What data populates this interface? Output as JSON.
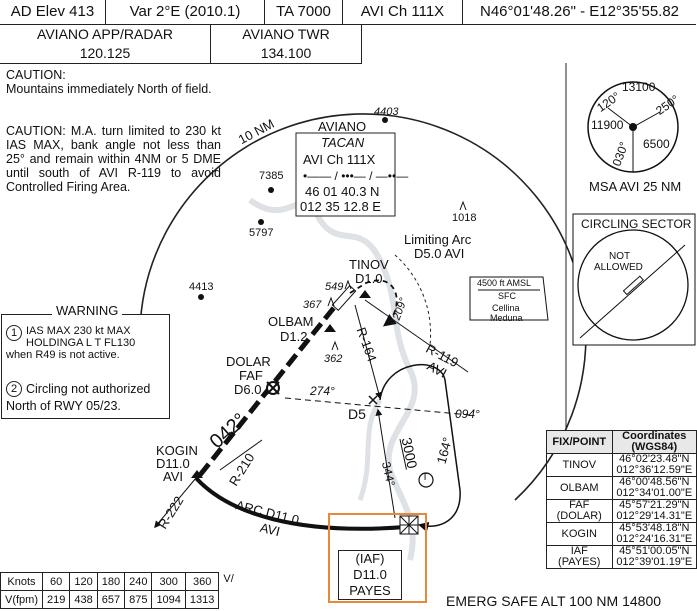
{
  "header": {
    "elev": "AD Elev 413",
    "var": "Var 2°E (2010.1)",
    "ta": "TA 7000",
    "avi": "AVI Ch 111X",
    "coords": "N46°01'48.26\" - E12°35'55.82"
  },
  "frequencies": {
    "app_name": "AVIANO APP/RADAR",
    "app_freq": "120.125",
    "twr_name": "AVIANO TWR",
    "twr_freq": "134.100"
  },
  "cautions": {
    "c1": "CAUTION:",
    "c1_text": "Mountains immediately North of field.",
    "c2": "CAUTION: M.A. turn limited to 230 kt IAS MAX, bank angle not less than 25° and remain within 4NM or 5 DME until south of AVI R-119 to avoid Controlled Firing Area."
  },
  "warning": {
    "title": "WARNING",
    "n1": "1",
    "t1": "IAS MAX 230 kt MAX HOLDINGA L T FL130 when R49 is not active.",
    "n2": "2",
    "t2": "Circling not authorized North of RWY 05/23."
  },
  "msa": {
    "label": "MSA AVI 25 NM",
    "alt_n": "13100",
    "alt_w": "11900",
    "alt_s": "6500",
    "b1": "120°",
    "b2": "250°",
    "b3": "030°"
  },
  "circling": {
    "title": "CIRCLING SECTOR",
    "not": "NOT",
    "allowed": "ALLOWED"
  },
  "navaid": {
    "name": "AVIANO",
    "type": "TACAN",
    "ident": "AVI Ch 111X",
    "morse": "•—— / •••— / —••—",
    "lat": "46 01 40.3 N",
    "lon": "012 35 12.8 E"
  },
  "airspace": {
    "alt": "4500 ft AMSL",
    "sfc": "SFC",
    "name1": "Cellina",
    "name2": "Meduna"
  },
  "fixes": {
    "tinov": "TINOV",
    "tinov_d": "D1.0",
    "olbam": "OLBAM",
    "olbam_d": "D1.2",
    "dolar": "DOLAR",
    "faf": "FAF",
    "dolar_d": "D6.0",
    "kogin": "KOGIN",
    "kogin_d": "D11.0",
    "kogin_avi": "AVI",
    "d5": "D5",
    "iaf": "(IAF)",
    "payes_d": "D11.0",
    "payes": "PAYES"
  },
  "labels": {
    "ten_nm": "10 NM",
    "limiting_arc": "Limiting Arc",
    "limiting_arc2": "D5.0 AVI",
    "arc": "ARC D11.0",
    "arc_avi": "AVI",
    "r119": "R-119",
    "r119_avi": "AVI",
    "r164": "R-164",
    "r210": "R-210",
    "r222": "R-222",
    "crs042": "042°",
    "crs209": "209°",
    "crs274": "274°",
    "crs094": "094°",
    "crs164": "164°",
    "crs344": "344°",
    "alt3000": "3000",
    "t_glyph": "T",
    "a367": "367",
    "a549": "549",
    "a362": "362"
  },
  "spot_elevations": [
    "4403",
    "7385",
    "5797",
    "4413",
    "1018"
  ],
  "coord_table": {
    "h1": "FIX/POINT",
    "h2": "Coordinates",
    "h2b": "(WGS84)",
    "rows": [
      {
        "fix": "TINOV",
        "lat": "46°02'23.48\"N",
        "lon": "012°36'12.59\"E"
      },
      {
        "fix": "OLBAM",
        "lat": "46°00'48.56\"N",
        "lon": "012°34'01.00\"E"
      },
      {
        "fix": "FAF",
        "fix2": "(DOLAR)",
        "lat": "45°57'21.29\"N",
        "lon": "012°29'14.31\"E"
      },
      {
        "fix": "KOGIN",
        "lat": "45°53'48.18\"N",
        "lon": "012°24'16.31\"E"
      },
      {
        "fix": "IAF",
        "fix2": "(PAYES)",
        "lat": "45°51'00.05\"N",
        "lon": "012°39'01.19\"E"
      }
    ]
  },
  "speed_table": {
    "knots_label": "Knots",
    "knots": [
      "60",
      "120",
      "180",
      "240",
      "300",
      "360"
    ],
    "vfpm_label": "V(fpm)",
    "vfpm": [
      "219",
      "438",
      "657",
      "875",
      "1094",
      "1313"
    ],
    "v_slash": "V/"
  },
  "emerg": "EMERG SAFE ALT 100 NM 14800"
}
